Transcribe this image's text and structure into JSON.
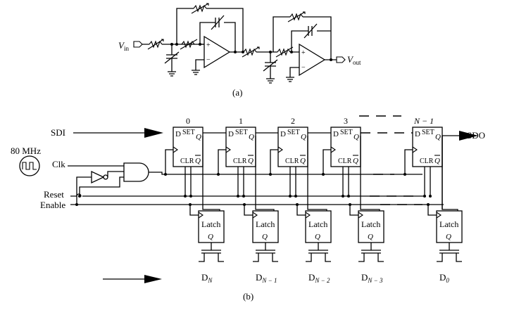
{
  "panel_a": {
    "caption": "(a)",
    "input_label": {
      "main": "V",
      "sub": "in"
    },
    "output_label": {
      "main": "V",
      "sub": "out"
    },
    "opamp_signs": [
      "+",
      "−"
    ]
  },
  "panel_b": {
    "caption": "(b)",
    "signals": {
      "sdi": "SDI",
      "sdo": "SDO",
      "clk": "Clk",
      "reset": "Reset",
      "enable": "Enable",
      "clock_freq": "80 MHz"
    },
    "flipflop_text": {
      "d": "D",
      "set": "SET",
      "q": "Q",
      "clr": "CLR",
      "qbar": "Q"
    },
    "stage_indices": [
      "0",
      "1",
      "2",
      "3",
      "N − 1"
    ],
    "latch_text": {
      "label": "Latch",
      "q": "Q"
    },
    "outputs": [
      {
        "main": "D",
        "sub": "N"
      },
      {
        "main": "D",
        "sub": "N − 1"
      },
      {
        "main": "D",
        "sub": "N − 2"
      },
      {
        "main": "D",
        "sub": "N − 3"
      },
      {
        "main": "D",
        "sub": "0"
      }
    ]
  }
}
